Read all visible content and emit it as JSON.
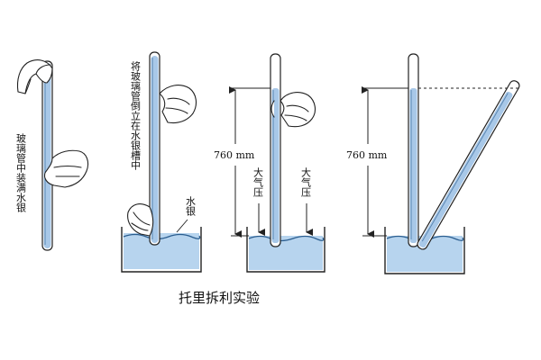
{
  "caption": "托里拆利实验",
  "labels": {
    "fill_tube": "玻璃管中装满水银",
    "invert_tube": "将玻璃管倒立在水银槽中",
    "mercury": "水银",
    "height_3": "760 mm",
    "height_4": "760 mm",
    "atm_left": "大气压",
    "atm_right": "大气压"
  },
  "colors": {
    "mercury": "#a8c8e8",
    "basin": "#b7d4ee",
    "surface_line": "#2a5d8f",
    "outline": "#222222"
  }
}
